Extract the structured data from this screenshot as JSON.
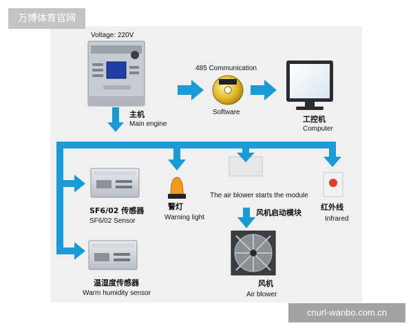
{
  "watermarks": {
    "top_left": "万博体育官网",
    "bottom_right": "cnurl-wanbo.com.cn"
  },
  "main_engine": {
    "voltage": "Voltage: 220V",
    "title_cn": "主机",
    "title_en": "Main engine"
  },
  "communication": {
    "label": "485 Communication"
  },
  "software": {
    "label": "Software"
  },
  "computer": {
    "title_cn": "工控机",
    "title_en": "Computer"
  },
  "sf6_sensor": {
    "title_cn": "SF6/02 传感器",
    "title_en": "SF6/02  Sensor"
  },
  "warning_light": {
    "title_cn": "警灯",
    "title_en": "Warning light"
  },
  "blower_module": {
    "label": "The air blower starts the module",
    "title_cn": "风机启动模块"
  },
  "infrared": {
    "title_cn": "红外线",
    "title_en": "Infrared"
  },
  "humidity_sensor": {
    "title_cn": "温湿度传感器",
    "title_en": "Warm humidity sensor"
  },
  "air_blower": {
    "title_cn": "风机",
    "title_en": "Air blower"
  },
  "colors": {
    "arrow": "#1a9ad6",
    "panel": "#f0f0f1"
  }
}
